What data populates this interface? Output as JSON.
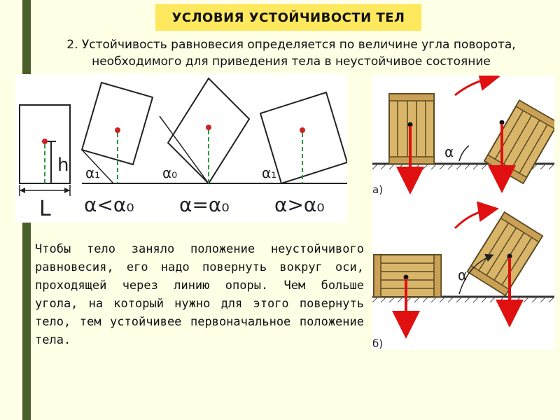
{
  "title": "УСЛОВИЯ УСТОЙЧИВОСТИ ТЕЛ",
  "subtitle": {
    "line1": "2. Устойчивость равновесия определяется по величине угла поворота,",
    "line2": "необходимого для приведения тела в неустойчивое состояние"
  },
  "diagram_left": {
    "h_label": "h",
    "L_label": "L",
    "angle_labels": [
      "α₁",
      "α₀",
      "α₁"
    ],
    "conditions": [
      "α<α₀",
      "α=α₀",
      "α>α₀"
    ]
  },
  "diagram_right": {
    "panel_a_label": "а)",
    "panel_b_label": "б)",
    "angle_symbol": "α"
  },
  "body_text": "Чтобы тело заняло положение неустойчивого равновесия, его надо повернуть вокруг оси, проходящей через линию опоры. Чем больше угола, на который нужно для этого повернуть тело, тем устойчивее первоначальное положение тела.",
  "colors": {
    "background": "#ffffe6",
    "stripe": "#4a5e2a",
    "title_bg": "#fde85e",
    "arrow_red": "#e01010",
    "wood": "#d9b56a",
    "dashed_green": "#2a9a3a"
  }
}
